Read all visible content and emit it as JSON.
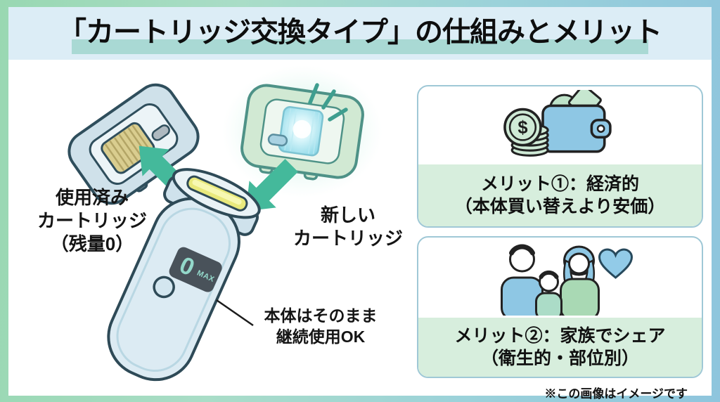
{
  "header": {
    "title": "「カートリッジ交換タイプ」の仕組みとメリット"
  },
  "diagram": {
    "used_cartridge": {
      "line1": "使用済み",
      "line2": "カートリッジ",
      "line3": "（残量0）"
    },
    "new_cartridge": {
      "line1": "新しい",
      "line2": "カートリッジ"
    },
    "device_note": {
      "line1": "本体はそのまま",
      "line2": "継続使用OK"
    },
    "display": {
      "value": "0",
      "max_label": "MAX"
    },
    "icons": {
      "arrow_out": "arrow-up-left-icon",
      "arrow_in": "arrow-down-left-icon",
      "sparkle": "sparkle-icon"
    }
  },
  "merits": [
    {
      "icon": "wallet-money-icon",
      "coin_symbol": "$",
      "line1": "メリット①：経済的",
      "line2": "（本体買い替えより安価）"
    },
    {
      "icon": "family-heart-icon",
      "line1": "メリット②：家族でシェア",
      "line2": "（衛生的・部位別）"
    }
  ],
  "footer": {
    "disclaimer": "※この画像はイメージです"
  },
  "colors": {
    "frame_green": "#99d8b2",
    "frame_blue": "#8ec5dd",
    "header_bg": "#dcedf6",
    "title_highlight": "#a9d9d4",
    "merit_band": "#d7eedd",
    "card_border": "#9fc8d6",
    "arrow": "#44b99b",
    "display_bg": "#49525a",
    "display_digit": "#93d8ca",
    "device_body": "#dcebf3",
    "new_cartridge": "#d1e9d3",
    "used_cartridge": "#cfe1ea",
    "lamp_yellow": "#e9e97c"
  }
}
